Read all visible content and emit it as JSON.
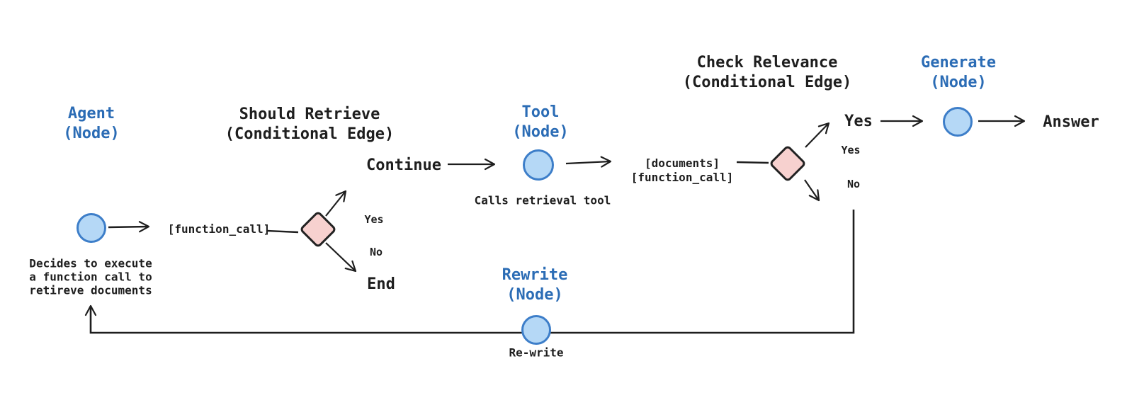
{
  "diagram": {
    "agent": {
      "title": [
        "Agent",
        "(Node)"
      ],
      "caption": [
        "Decides to execute",
        "a function call to",
        "retireve documents"
      ]
    },
    "should_retrieve": {
      "title": [
        "Should Retrieve",
        "(Conditional Edge)"
      ],
      "input_label": "[function_call]",
      "yes_label": "Yes",
      "no_label": "No",
      "continue_label": "Continue",
      "end_label": "End"
    },
    "tool": {
      "title": [
        "Tool",
        "(Node)"
      ],
      "caption": "Calls retrieval tool"
    },
    "check_relevance": {
      "title": [
        "Check Relevance",
        "(Conditional Edge)"
      ],
      "input_label": [
        "[documents]",
        "[function_call]"
      ],
      "yes_branch": "Yes",
      "yes_label": "Yes",
      "no_label": "No"
    },
    "generate": {
      "title": [
        "Generate",
        "(Node)"
      ],
      "output_label": "Answer"
    },
    "rewrite": {
      "title": [
        "Rewrite",
        "(Node)"
      ],
      "caption": "Re-write"
    }
  },
  "colors": {
    "background": "#ffffff",
    "node_title_blue": "#2b6cb5",
    "node_fill": "#b5d8f6",
    "node_stroke": "#3d7ec9",
    "diamond_fill": "#f7d1cf",
    "diamond_stroke": "#222222",
    "text": "#1e1e1e",
    "line": "#1e1e1e"
  }
}
